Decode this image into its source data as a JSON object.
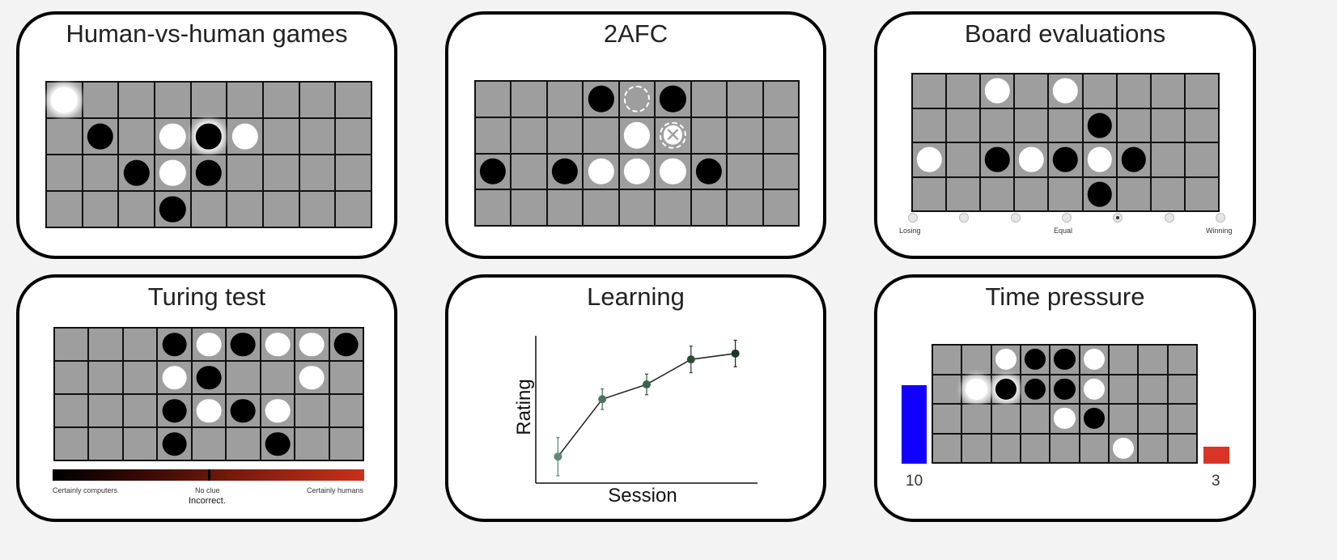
{
  "colors": {
    "board_cell": "#9e9e9e",
    "grid_line": "#111111",
    "player1_timer": "#1200ff",
    "player2_timer": "#d93425",
    "chart_point_early": "#5f8a73",
    "chart_point_late": "#1d3526"
  },
  "panels": {
    "hvh": {
      "title": "Human-vs-human games",
      "board": [
        [
          "W",
          "",
          "",
          "",
          "",
          "",
          "",
          "",
          ""
        ],
        [
          "",
          "B",
          "",
          "W",
          "B",
          "W",
          "",
          "",
          ""
        ],
        [
          "",
          "",
          "B",
          "W",
          "B",
          "",
          "",
          "",
          ""
        ],
        [
          "",
          "",
          "",
          "B",
          "",
          "",
          "",
          "",
          ""
        ]
      ],
      "glow": [
        [
          0,
          0
        ],
        [
          1,
          4
        ]
      ]
    },
    "afc": {
      "title": "2AFC",
      "board": [
        [
          "",
          "",
          "",
          "B",
          "O",
          "B",
          "",
          "",
          ""
        ],
        [
          "",
          "",
          "",
          "",
          "W",
          "X",
          "",
          "",
          ""
        ],
        [
          "B",
          "",
          "B",
          "W",
          "W",
          "W",
          "B",
          "",
          ""
        ],
        [
          "",
          "",
          "",
          "",
          "",
          "",
          "",
          "",
          ""
        ]
      ],
      "glow": []
    },
    "eval": {
      "title": "Board evaluations",
      "board": [
        [
          "",
          "",
          "W",
          "",
          "W",
          "",
          "",
          "",
          ""
        ],
        [
          "",
          "",
          "",
          "",
          "",
          "B",
          "",
          "",
          ""
        ],
        [
          "W",
          "",
          "B",
          "W",
          "B",
          "W",
          "B",
          "",
          ""
        ],
        [
          "",
          "",
          "",
          "",
          "",
          "B",
          "",
          "",
          ""
        ]
      ],
      "glow": [],
      "scale_left": "Losing",
      "scale_mid": "Equal",
      "scale_right": "Winning",
      "scale_points": 7,
      "scale_selected": 4
    },
    "turing": {
      "title": "Turing test",
      "board": [
        [
          "",
          "",
          "",
          "B",
          "W",
          "B",
          "W",
          "W",
          "B"
        ],
        [
          "",
          "",
          "",
          "W",
          "B",
          "",
          "",
          "W",
          ""
        ],
        [
          "",
          "",
          "",
          "B",
          "W",
          "B",
          "W",
          "",
          ""
        ],
        [
          "",
          "",
          "",
          "B",
          "",
          "",
          "B",
          "",
          ""
        ]
      ],
      "glow": [],
      "scale_left": "Certainly computers",
      "scale_mid": "No clue",
      "scale_right": "Certainly humans",
      "feedback": "Incorrect.",
      "response_fraction": 0.5
    },
    "learning": {
      "title": "Learning"
    },
    "time": {
      "title": "Time pressure",
      "board": [
        [
          "",
          "",
          "W",
          "B",
          "B",
          "W",
          "",
          "",
          ""
        ],
        [
          "",
          "W",
          "B",
          "B",
          "B",
          "W",
          "",
          "",
          ""
        ],
        [
          "",
          "",
          "",
          "",
          "W",
          "B",
          "",
          "",
          ""
        ],
        [
          "",
          "",
          "",
          "",
          "",
          "",
          "W",
          "",
          ""
        ]
      ],
      "glow": [
        [
          1,
          1
        ],
        [
          1,
          2
        ]
      ],
      "p1_time": "10",
      "p2_time": "3",
      "p1_fraction": 1.0,
      "p2_fraction": 0.22
    }
  },
  "chart_data": {
    "type": "line",
    "xlabel": "Session",
    "ylabel": "Rating",
    "x": [
      1,
      2,
      3,
      4,
      5
    ],
    "values": [
      0.18,
      0.57,
      0.67,
      0.84,
      0.88
    ],
    "error": [
      0.13,
      0.07,
      0.07,
      0.09,
      0.09
    ],
    "xlim": [
      0.5,
      5.5
    ],
    "ylim": [
      0,
      1
    ],
    "ticks_shown": false,
    "grid": false
  }
}
